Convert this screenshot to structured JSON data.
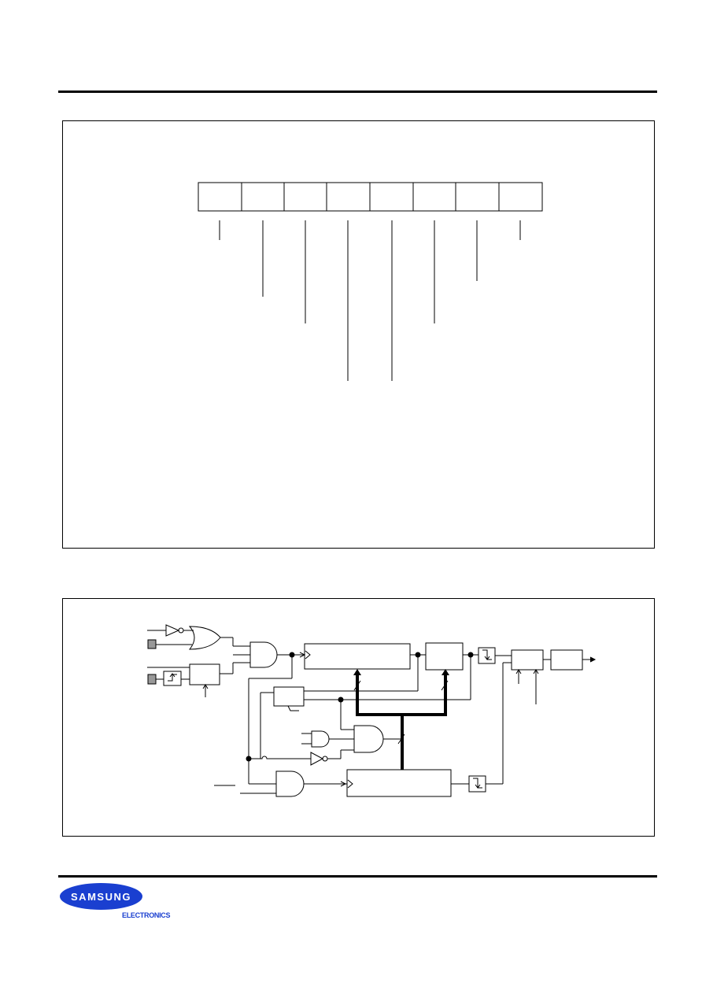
{
  "register": {
    "bit_count": 8
  },
  "block_diagram": {
    "bus_style": "thick-black"
  },
  "logo": {
    "brand": "SAMSUNG",
    "division": "ELECTRONICS",
    "color": "#1a3fd0"
  }
}
